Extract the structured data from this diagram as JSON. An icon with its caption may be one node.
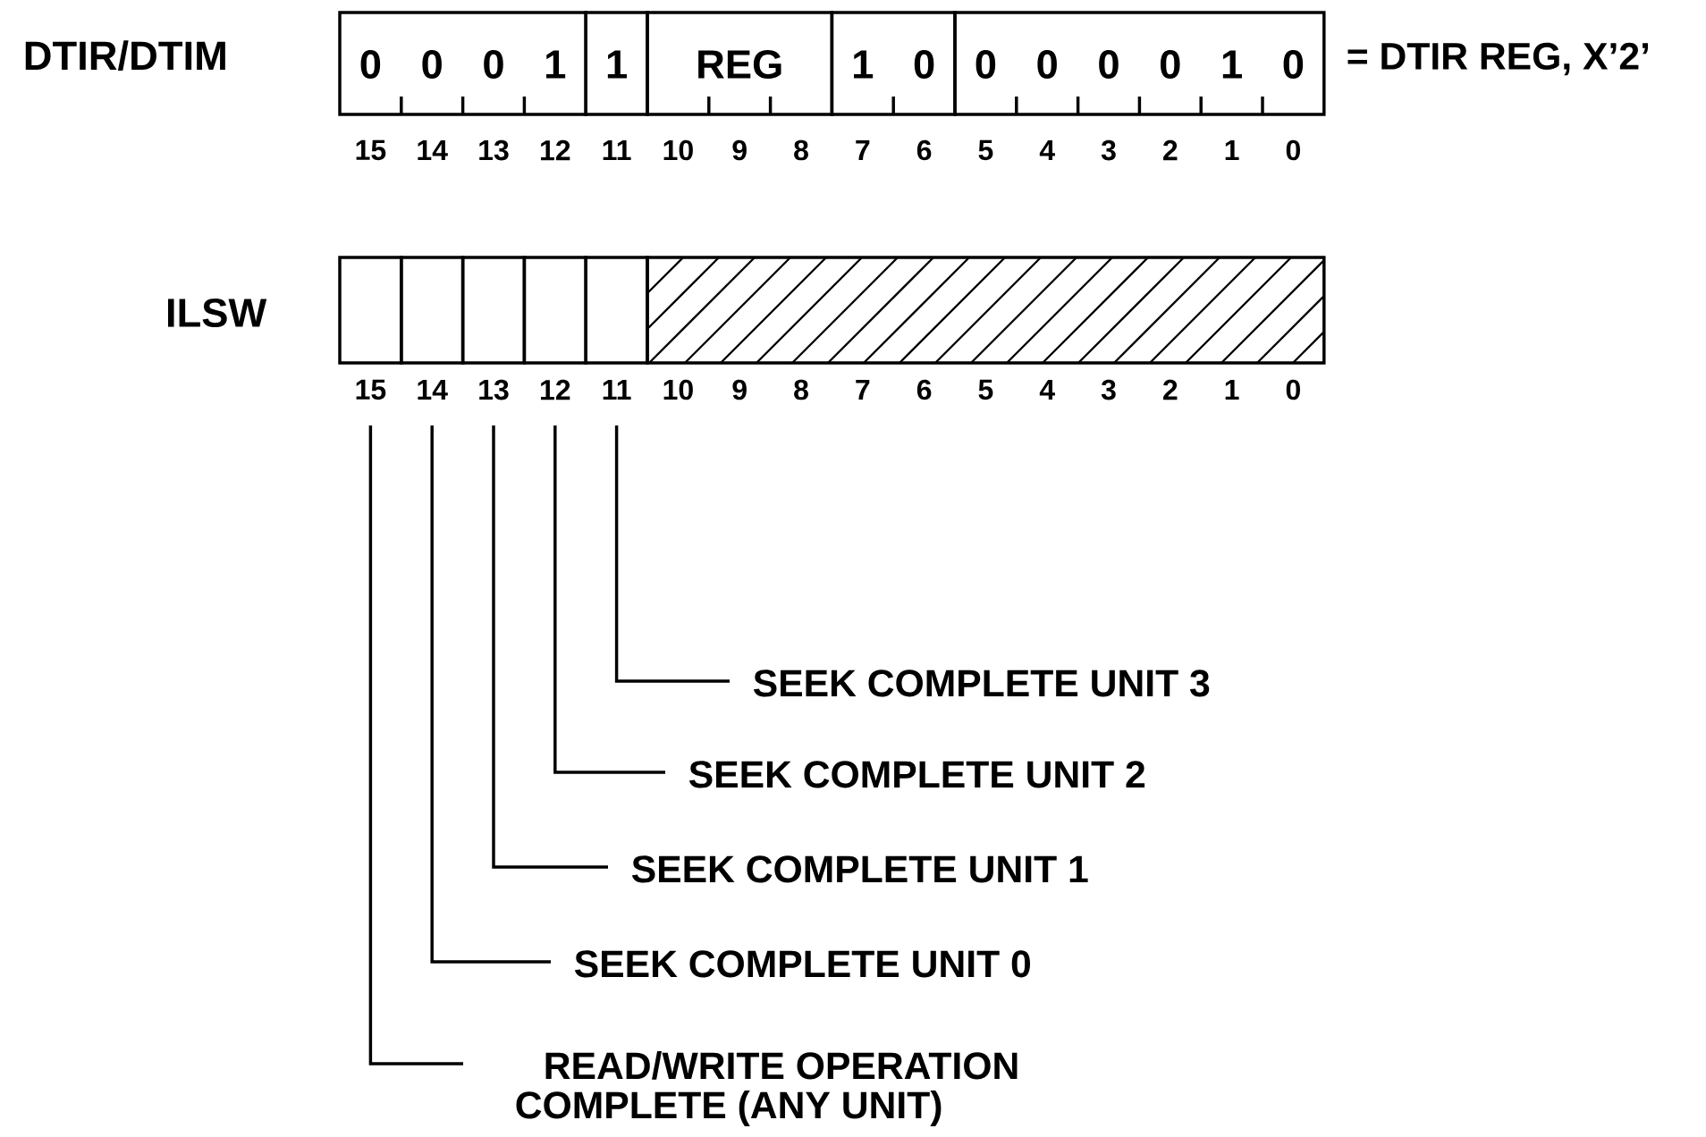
{
  "diagram": {
    "nodes": [
      {
        "text": [
          "0",
          "0",
          "0",
          "1"
        ]
      },
      {
        "text": [
          "1"
        ]
      },
      {
        "text": [
          "REG"
        ]
      },
      {
        "text": [
          "1",
          "0"
        ]
      },
      {
        "text": [
          "0",
          "0",
          "0",
          "0",
          "1",
          "0"
        ]
      },
      {
        "text": [],
        "shape": "box"
      },
      {
        "text": [],
        "shape": "box"
      },
      {
        "text": [],
        "shape": "box"
      },
      {
        "text": [],
        "shape": "box"
      },
      {
        "text": [],
        "shape": "box"
      },
      {
        "text": [
          "SEEK COMPLETE UNIT 3"
        ]
      },
      {
        "text": [
          "SEEK COMPLETE UNIT 2"
        ]
      },
      {
        "text": [
          "SEEK COMPLETE UNIT 1"
        ]
      },
      {
        "text": [
          "SEEK COMPLETE UNIT 0"
        ]
      },
      {
        "text": [
          "READ/WRITE OPERATION COMPLETE (ANY UNIT)"
        ]
      }
    ],
    "edges": [
      {
        "from": 10,
        "to": 9,
        "arrow": "none"
      },
      {
        "from": 11,
        "to": 8,
        "arrow": "none"
      },
      {
        "from": 12,
        "to": 7,
        "arrow": "none"
      },
      {
        "from": 13,
        "to": 6,
        "arrow": "none"
      },
      {
        "from": 14,
        "to": 5,
        "arrow": "none"
      }
    ],
    "labels": [
      "DTIR/DTIM",
      "= DTIR REG, X’2’",
      "15",
      "14",
      "13",
      "12",
      "11",
      "10",
      "9",
      "8",
      "7",
      "6",
      "5",
      "4",
      "3",
      "2",
      "1",
      "0",
      "ILSW",
      "15",
      "14",
      "13",
      "12",
      "11",
      "10",
      "9",
      "8",
      "7",
      "6",
      "5",
      "4",
      "3",
      "2",
      "1",
      "0"
    ]
  }
}
